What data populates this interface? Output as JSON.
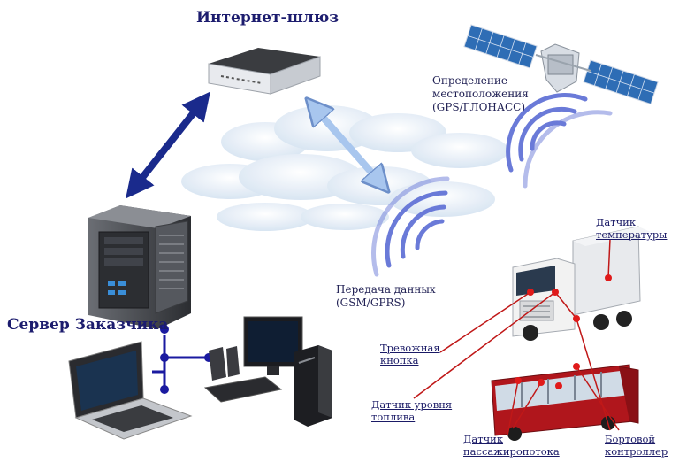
{
  "nodes": {
    "gateway": "Интернет-шлюз",
    "server": "Сервер Заказчика",
    "gps": [
      "Определение",
      "местоположения",
      "(GPS/ГЛОНАСС)"
    ],
    "data_transfer": [
      "Передача данных",
      "(GSM/GPRS)"
    ]
  },
  "sensors": {
    "temperature": [
      "Датчик",
      "температуры"
    ],
    "alarm": [
      "Тревожная",
      "кнопка"
    ],
    "fuel": [
      "Датчик уровня",
      "топлива"
    ],
    "passengers": [
      "Датчик",
      "пассажиропотока"
    ],
    "controller": [
      "Бортовой",
      "контроллер"
    ]
  },
  "colors": {
    "title": "#1c1c6e",
    "label": "#1a1a66",
    "arrow_dark": "#1a2a8c",
    "arrow_light": "#a8c6ee",
    "signal": "#6a7ad8",
    "sensor_line": "#c01818",
    "network_line": "#1a1aa0"
  },
  "icons": [
    "satellite-icon",
    "router-icon",
    "server-tower-icon",
    "laptop-icon",
    "desktop-pc-icon",
    "truck-icon",
    "bus-icon",
    "cloud-icon"
  ]
}
